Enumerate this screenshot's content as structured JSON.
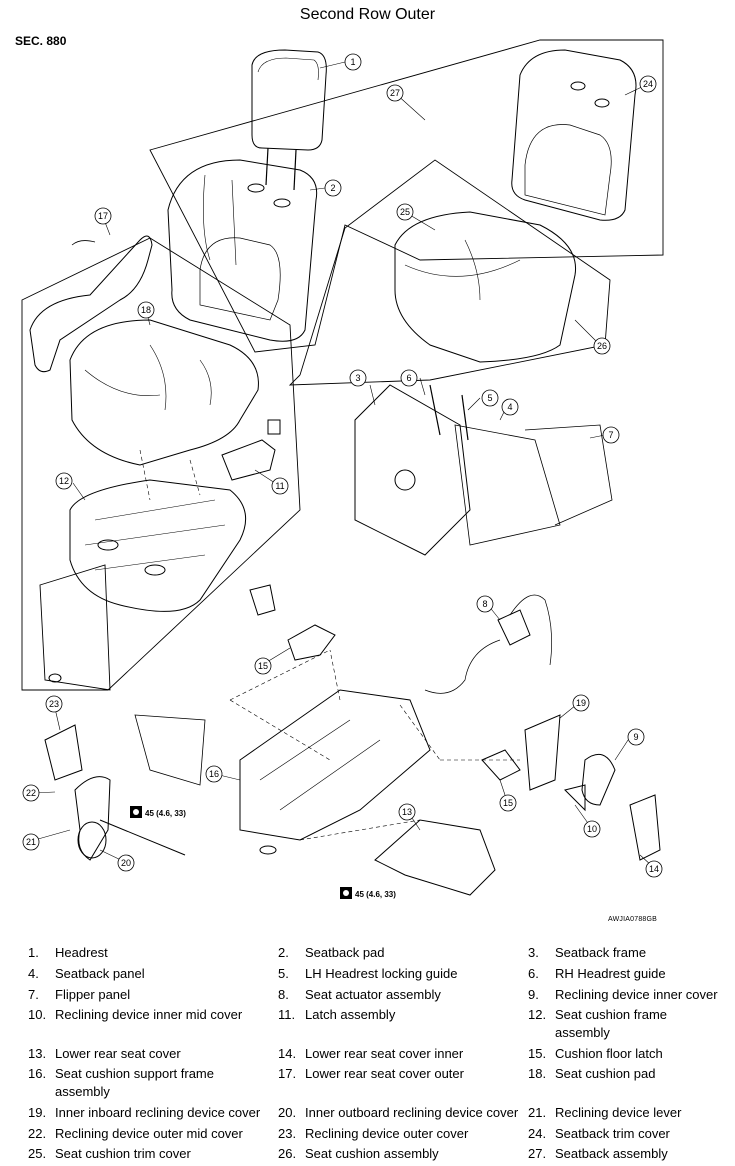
{
  "title": "Second Row Outer",
  "section": "SEC. 880",
  "figure_code": "AWJIA0788GB",
  "torque_labels": [
    "45 (4.6, 33)",
    "45 (4.6, 33)"
  ],
  "callouts": [
    "1",
    "2",
    "3",
    "4",
    "5",
    "6",
    "7",
    "8",
    "9",
    "10",
    "11",
    "12",
    "13",
    "14",
    "15",
    "15",
    "16",
    "17",
    "18",
    "19",
    "20",
    "21",
    "22",
    "23",
    "24",
    "25",
    "26",
    "27"
  ],
  "legend": [
    {
      "num": "1.",
      "label": "Headrest"
    },
    {
      "num": "2.",
      "label": "Seatback pad"
    },
    {
      "num": "3.",
      "label": "Seatback frame"
    },
    {
      "num": "4.",
      "label": "Seatback panel"
    },
    {
      "num": "5.",
      "label": "LH Headrest locking guide"
    },
    {
      "num": "6.",
      "label": "RH Headrest guide"
    },
    {
      "num": "7.",
      "label": "Flipper panel"
    },
    {
      "num": "8.",
      "label": "Seat actuator assembly"
    },
    {
      "num": "9.",
      "label": "Reclining device inner cover"
    },
    {
      "num": "10.",
      "label": "Reclining device inner mid cover"
    },
    {
      "num": "11.",
      "label": "Latch assembly"
    },
    {
      "num": "12.",
      "label": "Seat cushion frame assembly"
    },
    {
      "num": "13.",
      "label": "Lower rear seat cover"
    },
    {
      "num": "14.",
      "label": "Lower rear seat cover inner"
    },
    {
      "num": "15.",
      "label": "Cushion floor latch"
    },
    {
      "num": "16.",
      "label": "Seat cushion support frame assembly"
    },
    {
      "num": "17.",
      "label": "Lower rear seat cover outer"
    },
    {
      "num": "18.",
      "label": "Seat cushion pad"
    },
    {
      "num": "19.",
      "label": "Inner inboard reclining device cover"
    },
    {
      "num": "20.",
      "label": "Inner outboard reclining device cover"
    },
    {
      "num": "21.",
      "label": "Reclining device lever"
    },
    {
      "num": "22.",
      "label": "Reclining device outer mid cover"
    },
    {
      "num": "23.",
      "label": "Reclining device outer cover"
    },
    {
      "num": "24.",
      "label": "Seatback trim cover"
    },
    {
      "num": "25.",
      "label": "Seat cushion trim cover"
    },
    {
      "num": "26.",
      "label": "Seat cushion assembly"
    },
    {
      "num": "27.",
      "label": "Seatback assembly"
    }
  ]
}
